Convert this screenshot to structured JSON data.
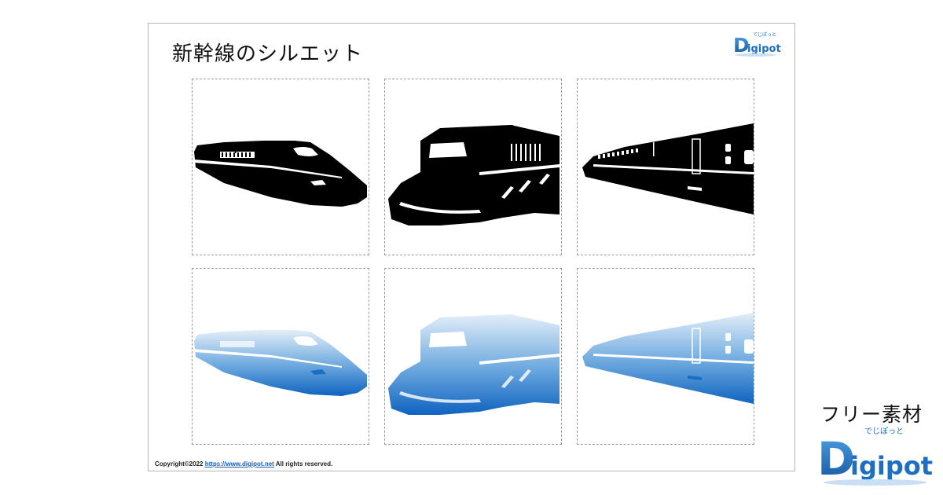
{
  "page": {
    "title": "新幹線のシルエット",
    "copyright_prefix": "Copyright©2022 ",
    "copyright_link": "https://www.digipot.net",
    "copyright_suffix": " All rights reserved.",
    "free_label": "フリー素材"
  },
  "logo": {
    "kana": "でじぽっと",
    "word": "Digipot"
  },
  "colors": {
    "silhouette": "#000000",
    "blue_light": "#d8e8f6",
    "blue_dark": "#1a6fc4",
    "logo_blue": "#1d6fbf"
  },
  "cells": [
    {
      "name": "nose-left-black"
    },
    {
      "name": "front-wide-black"
    },
    {
      "name": "long-side-black"
    },
    {
      "name": "nose-left-blue"
    },
    {
      "name": "front-wide-blue"
    },
    {
      "name": "long-side-blue"
    }
  ]
}
